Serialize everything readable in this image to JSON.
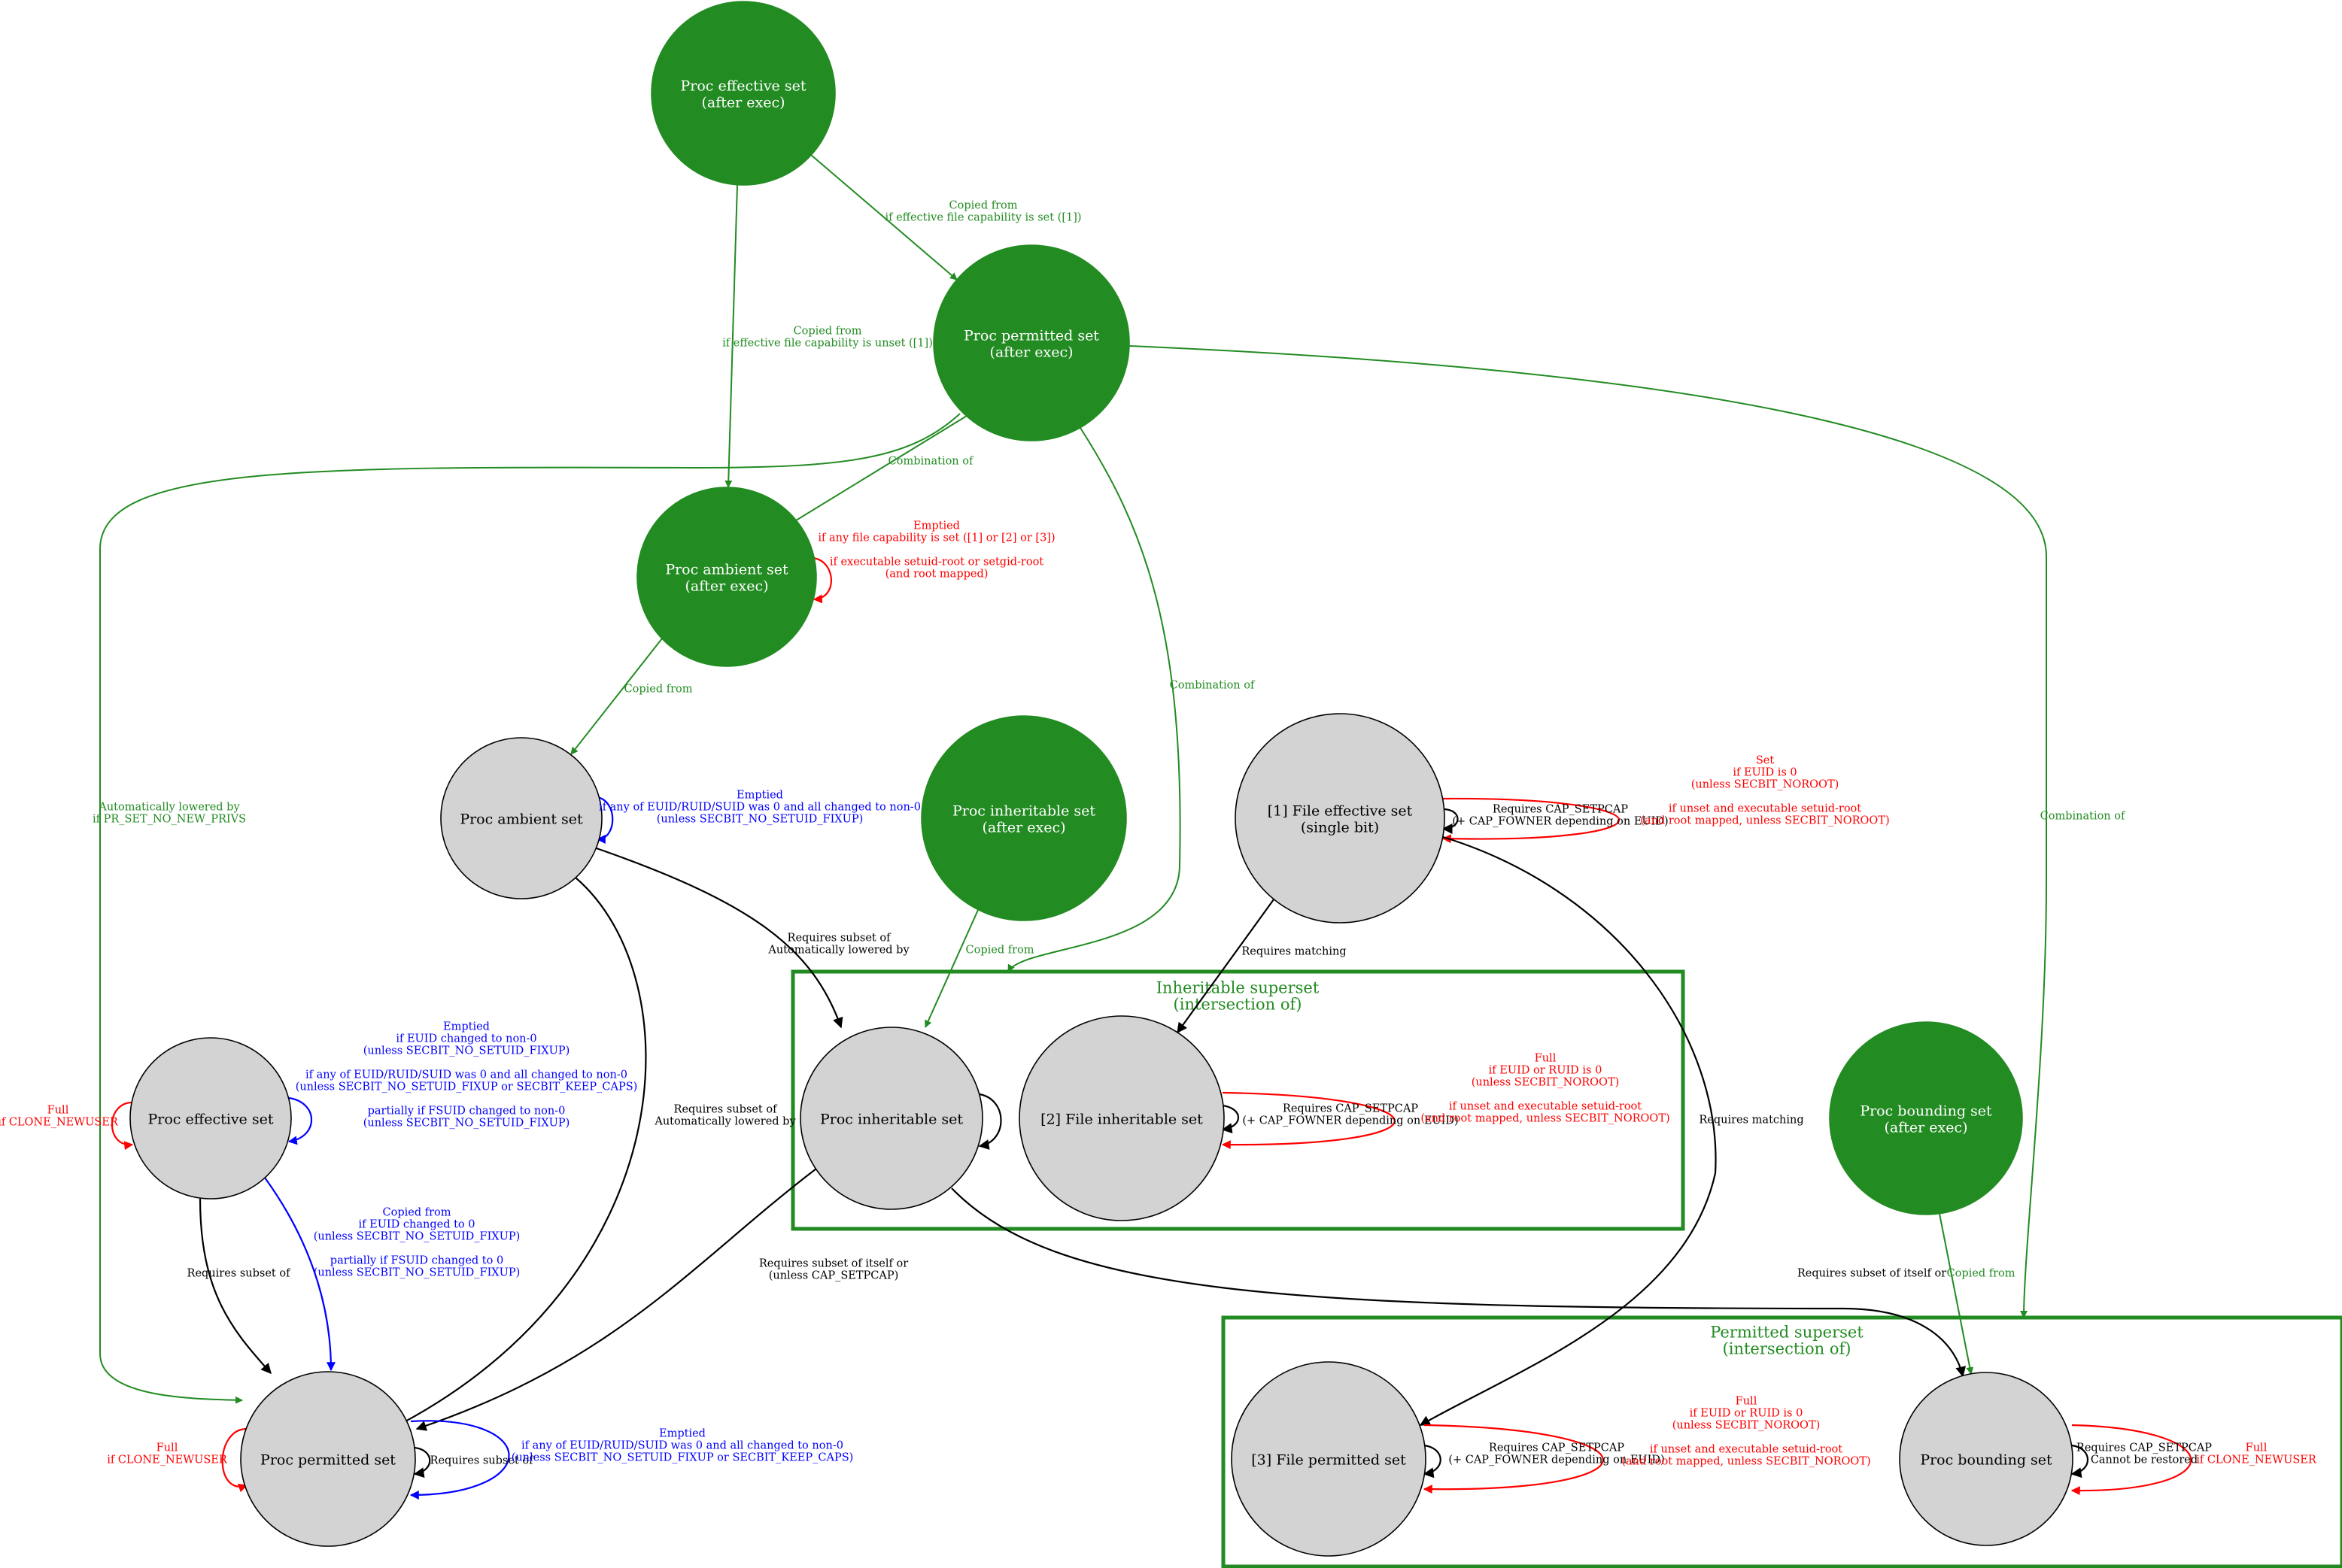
{
  "colors": {
    "green": "#228b22",
    "gray_fill": "#d3d3d3",
    "red": "#ff0000",
    "blue": "#0000ff",
    "black": "#000000",
    "white": "#ffffff"
  },
  "clusters": [
    {
      "id": "inheritable_superset",
      "lines": [
        "Inheritable superset",
        "(intersection of)"
      ]
    },
    {
      "id": "permitted_superset",
      "lines": [
        "Permitted superset",
        "(intersection of)"
      ]
    }
  ],
  "nodes": [
    {
      "id": "proc_eff_after",
      "style": "green",
      "lines": [
        "Proc effective set",
        "(after exec)"
      ]
    },
    {
      "id": "proc_perm_after",
      "style": "green",
      "lines": [
        "Proc permitted set",
        "(after exec)"
      ]
    },
    {
      "id": "proc_amb_after",
      "style": "green",
      "lines": [
        "Proc ambient set",
        "(after exec)"
      ]
    },
    {
      "id": "proc_amb",
      "style": "gray",
      "lines": [
        "Proc ambient set"
      ]
    },
    {
      "id": "proc_inh_after",
      "style": "green",
      "lines": [
        "Proc inheritable set",
        "(after exec)"
      ]
    },
    {
      "id": "file_eff",
      "style": "gray",
      "lines": [
        "[1] File effective set",
        "(single bit)"
      ]
    },
    {
      "id": "proc_eff",
      "style": "gray",
      "lines": [
        "Proc effective set"
      ]
    },
    {
      "id": "proc_inh",
      "style": "gray",
      "lines": [
        "Proc inheritable set"
      ]
    },
    {
      "id": "file_inh",
      "style": "gray",
      "lines": [
        "[2] File inheritable set"
      ]
    },
    {
      "id": "proc_bnd_after",
      "style": "green",
      "lines": [
        "Proc bounding set",
        "(after exec)"
      ]
    },
    {
      "id": "proc_perm",
      "style": "gray",
      "lines": [
        "Proc permitted set"
      ]
    },
    {
      "id": "file_perm",
      "style": "gray",
      "lines": [
        "[3] File permitted set"
      ]
    },
    {
      "id": "proc_bnd",
      "style": "gray",
      "lines": [
        "Proc bounding set"
      ]
    }
  ],
  "edges": [
    {
      "id": "e_eff_to_perm_after",
      "color": "green",
      "lines": [
        "Copied from",
        "if effective file capability is set ([1])"
      ]
    },
    {
      "id": "e_eff_to_amb_after",
      "color": "green",
      "lines": [
        "Copied from",
        "if effective file capability is unset ([1])"
      ]
    },
    {
      "id": "e_perm_after_to_amb_after",
      "color": "green",
      "lines": [
        "Combination of"
      ]
    },
    {
      "id": "e_perm_after_to_inh_cluster",
      "color": "green",
      "lines": [
        "Combination of"
      ]
    },
    {
      "id": "e_perm_after_to_perm_cluster",
      "color": "green",
      "lines": [
        "Combination of"
      ]
    },
    {
      "id": "e_perm_after_to_proc_perm",
      "color": "green",
      "lines": [
        "Automatically lowered by",
        "if PR_SET_NO_NEW_PRIVS"
      ]
    },
    {
      "id": "e_amb_after_self",
      "color": "red",
      "lines": [
        "Emptied",
        "if any file capability is set ([1] or [2] or [3])",
        "",
        "if executable setuid-root or setgid-root",
        "(and root mapped)"
      ]
    },
    {
      "id": "e_amb_after_to_amb",
      "color": "green",
      "lines": [
        "Copied from"
      ]
    },
    {
      "id": "e_amb_self",
      "color": "blue",
      "lines": [
        "Emptied",
        "if any of EUID/RUID/SUID was 0 and all changed to non-0",
        "(unless SECBIT_NO_SETUID_FIXUP)"
      ]
    },
    {
      "id": "e_amb_to_inh",
      "color": "black",
      "lines": [
        "Requires subset of",
        "Automatically lowered by"
      ]
    },
    {
      "id": "e_amb_to_perm",
      "color": "black",
      "lines": [
        "Requires subset of",
        "Automatically lowered by"
      ]
    },
    {
      "id": "e_inh_after_to_inh",
      "color": "green",
      "lines": [
        "Copied from"
      ]
    },
    {
      "id": "e_file_eff_self_black",
      "color": "black",
      "lines": [
        "Requires CAP_SETPCAP",
        "(+ CAP_FOWNER depending on EUID)"
      ]
    },
    {
      "id": "e_file_eff_self_red",
      "color": "red",
      "lines": [
        "Set",
        "if EUID is 0",
        "(unless SECBIT_NOROOT)",
        "",
        "if unset and executable setuid-root",
        "(and root mapped, unless SECBIT_NOROOT)"
      ]
    },
    {
      "id": "e_file_eff_to_file_inh",
      "color": "black",
      "lines": [
        "Requires matching"
      ]
    },
    {
      "id": "e_file_eff_to_file_perm",
      "color": "black",
      "lines": [
        "Requires matching"
      ]
    },
    {
      "id": "e_eff_self_red",
      "color": "red",
      "lines": [
        "Full",
        "if CLONE_NEWUSER"
      ]
    },
    {
      "id": "e_eff_self_blue",
      "color": "blue",
      "lines": [
        "Emptied",
        "if EUID changed to non-0",
        "(unless SECBIT_NO_SETUID_FIXUP)",
        "",
        "if any of EUID/RUID/SUID was 0 and all changed to non-0",
        "(unless SECBIT_NO_SETUID_FIXUP or SECBIT_KEEP_CAPS)",
        "",
        "partially if FSUID changed to non-0",
        "(unless SECBIT_NO_SETUID_FIXUP)"
      ]
    },
    {
      "id": "e_eff_to_perm_black",
      "color": "black",
      "lines": [
        "Requires subset of"
      ]
    },
    {
      "id": "e_eff_to_perm_blue",
      "color": "blue",
      "lines": [
        "Copied from",
        "if EUID changed to 0",
        "(unless SECBIT_NO_SETUID_FIXUP)",
        "",
        "partially if FSUID changed to 0",
        "(unless SECBIT_NO_SETUID_FIXUP)"
      ]
    },
    {
      "id": "e_inh_self",
      "color": "black",
      "lines": []
    },
    {
      "id": "e_file_inh_self_black",
      "color": "black",
      "lines": [
        "Requires CAP_SETPCAP",
        "(+ CAP_FOWNER depending on EUID)"
      ]
    },
    {
      "id": "e_file_inh_self_red",
      "color": "red",
      "lines": [
        "Full",
        "if EUID or RUID is 0",
        "(unless SECBIT_NOROOT)",
        "",
        "if unset and executable setuid-root",
        "(and root mapped, unless SECBIT_NOROOT)"
      ]
    },
    {
      "id": "e_inh_to_perm",
      "color": "black",
      "lines": [
        "Requires subset of itself or",
        "(unless CAP_SETPCAP)"
      ]
    },
    {
      "id": "e_inh_to_bnd",
      "color": "black",
      "lines": [
        "Requires subset of itself or"
      ]
    },
    {
      "id": "e_bnd_after_to_bnd",
      "color": "green",
      "lines": [
        "Copied from"
      ]
    },
    {
      "id": "e_perm_self_red",
      "color": "red",
      "lines": [
        "Full",
        "if CLONE_NEWUSER"
      ]
    },
    {
      "id": "e_perm_self_black",
      "color": "black",
      "lines": [
        "Requires subset of"
      ]
    },
    {
      "id": "e_perm_self_blue",
      "color": "blue",
      "lines": [
        "Emptied",
        "if any of EUID/RUID/SUID was 0 and all changed to non-0",
        "(unless SECBIT_NO_SETUID_FIXUP or SECBIT_KEEP_CAPS)"
      ]
    },
    {
      "id": "e_file_perm_self_black",
      "color": "black",
      "lines": [
        "Requires CAP_SETPCAP",
        "(+ CAP_FOWNER depending on EUID)"
      ]
    },
    {
      "id": "e_file_perm_self_red",
      "color": "red",
      "lines": [
        "Full",
        "if EUID or RUID is 0",
        "(unless SECBIT_NOROOT)",
        "",
        "if unset and executable setuid-root",
        "(and root mapped, unless SECBIT_NOROOT)"
      ]
    },
    {
      "id": "e_bnd_self_black",
      "color": "black",
      "lines": [
        "Requires CAP_SETPCAP",
        "Cannot be restored"
      ]
    },
    {
      "id": "e_bnd_self_red",
      "color": "red",
      "lines": [
        "Full",
        "if CLONE_NEWUSER"
      ]
    }
  ]
}
